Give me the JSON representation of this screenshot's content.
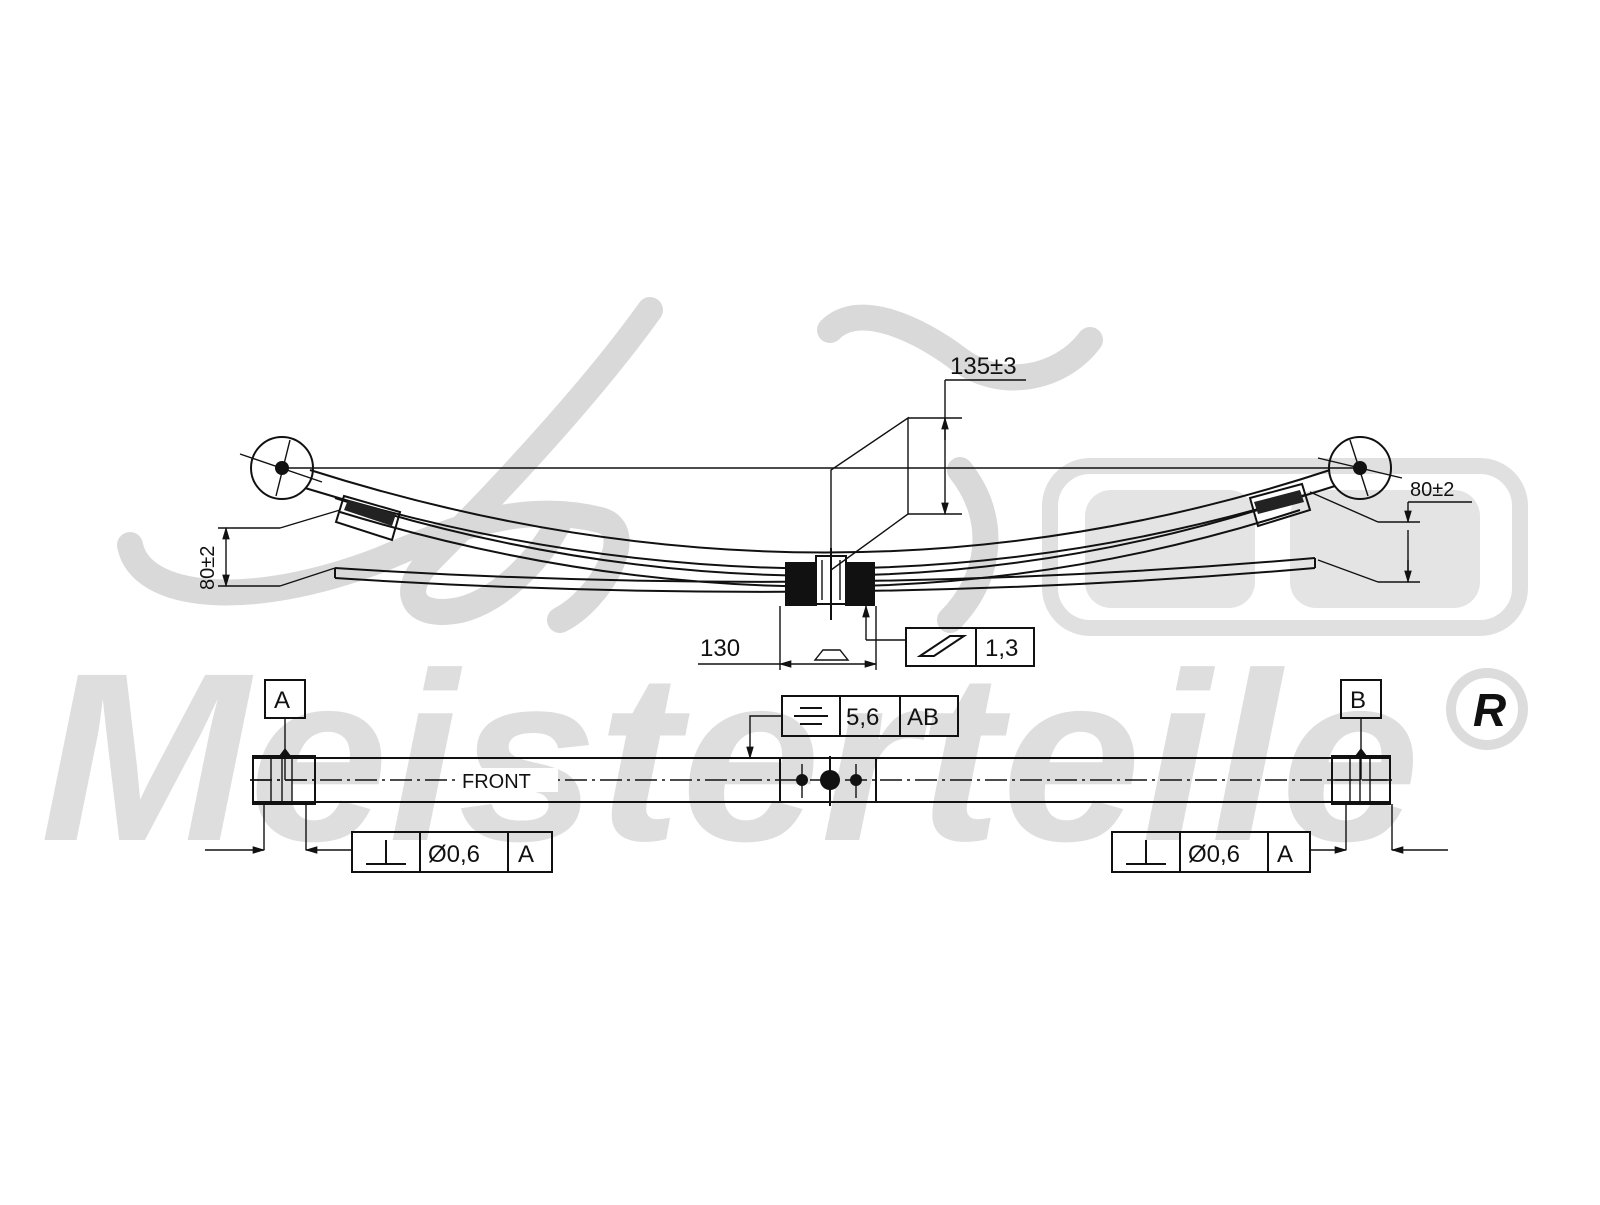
{
  "watermark": {
    "brand": "Meisterteile",
    "registered": "R"
  },
  "side_view": {
    "height_dim": "135±3",
    "left_eye_dim": "80±2",
    "right_eye_dim": "80±2",
    "center_width_dim": "130",
    "flatness_value": "1,3"
  },
  "top_view": {
    "datum_a": "A",
    "datum_b": "B",
    "front_label": "FRONT",
    "symmetry": {
      "value": "5,6",
      "datum": "AB"
    },
    "perp_left": {
      "value": "Ø0,6",
      "datum": "A"
    },
    "perp_right": {
      "value": "Ø0,6",
      "datum": "A"
    }
  }
}
